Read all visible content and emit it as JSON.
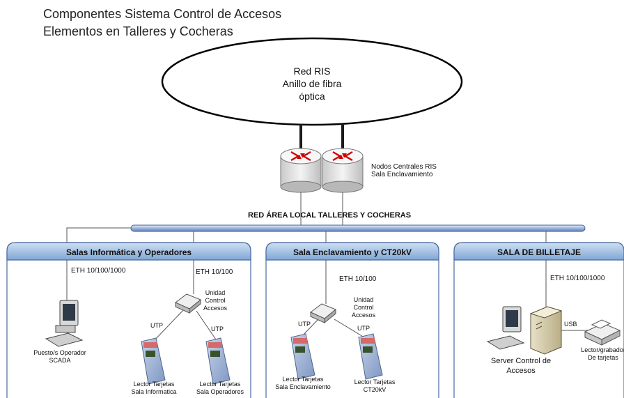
{
  "title_lines": [
    "Componentes Sistema Control de Accesos",
    "Elementos en Talleres y Cocheras"
  ],
  "ring": {
    "lines": [
      "Red RIS",
      "Anillo de fibra",
      "óptica"
    ]
  },
  "routers": {
    "label_lines": [
      "Nodos Centrales RIS",
      "Sala Enclavamiento"
    ]
  },
  "lan": {
    "label": "RED ÁREA LOCAL TALLERES Y COCHERAS"
  },
  "panels": [
    {
      "title": "Salas Informática y Operadores",
      "eth_pc": "ETH 10/100/1000",
      "eth_unit": "ETH 10/100",
      "unit_lines": [
        "Unidad",
        "Control",
        "Accesos"
      ],
      "utp_left": "UTP",
      "utp_right": "UTP",
      "pc_lines": [
        "Puesto/s Operador",
        "SCADA"
      ],
      "reader1_lines": [
        "Lector Tarjetas",
        "Sala Informatica"
      ],
      "reader2_lines": [
        "Lector Tarjetas",
        "Sala Operadores"
      ]
    },
    {
      "title": "Sala Enclavamiento y CT20kV",
      "eth": "ETH 10/100",
      "unit_lines": [
        "Unidad",
        "Control",
        "Accesos"
      ],
      "utp_left": "UTP",
      "utp_right": "UTP",
      "reader1_lines": [
        "Lector Tarjetas",
        "Sala Enclavamiento"
      ],
      "reader2_lines": [
        "Lector Tarjetas",
        "CT20kV"
      ]
    },
    {
      "title": "SALA DE BILLETAJE",
      "eth": "ETH 10/100/1000",
      "usb": "USB",
      "server_lines": [
        "Server Control de",
        "Accesos"
      ],
      "writer_lines": [
        "Lector/grabador",
        "De tarjetas"
      ]
    }
  ]
}
